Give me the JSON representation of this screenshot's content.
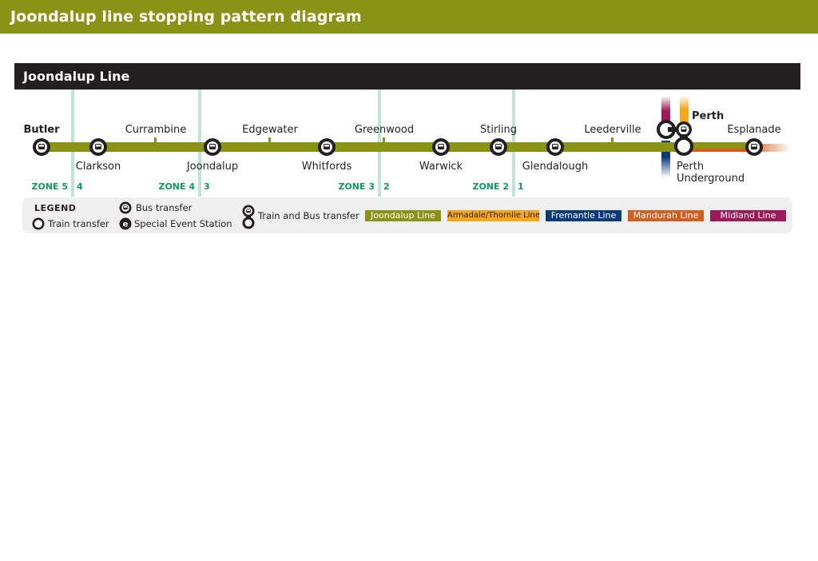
{
  "page_title": "Joondalup line stopping pattern diagram",
  "line_title": "Joondalup Line",
  "colors": {
    "header": "#8a9315",
    "line": "#8a9315",
    "bar": "#231f20",
    "zone": "#0a9b62",
    "zone_line": "#bfe3d6",
    "armadale": "#f5a51c",
    "fremantle": "#0b3a7a",
    "mandurah": "#d25f20",
    "midland": "#9b1b58"
  },
  "stations": [
    {
      "name": "Butler",
      "type": "bus",
      "label_pos": "above",
      "bold": true
    },
    {
      "name": "Clarkson",
      "type": "bus",
      "label_pos": "below"
    },
    {
      "name": "Currambine",
      "type": "tick",
      "label_pos": "above"
    },
    {
      "name": "Joondalup",
      "type": "bus",
      "label_pos": "below"
    },
    {
      "name": "Edgewater",
      "type": "tick",
      "label_pos": "above"
    },
    {
      "name": "Whitfords",
      "type": "bus",
      "label_pos": "below"
    },
    {
      "name": "Greenwood",
      "type": "tick",
      "label_pos": "above"
    },
    {
      "name": "Warwick",
      "type": "bus",
      "label_pos": "below"
    },
    {
      "name": "Stirling",
      "type": "bus",
      "label_pos": "above"
    },
    {
      "name": "Glendalough",
      "type": "bus",
      "label_pos": "below"
    },
    {
      "name": "Leederville",
      "type": "tick",
      "label_pos": "above"
    },
    {
      "name": "Perth",
      "type": "interchange",
      "label_pos": "above",
      "bold": true
    },
    {
      "name": "Perth Underground",
      "type": "interchange",
      "label_pos": "below"
    },
    {
      "name": "Esplanade",
      "type": "bus",
      "label_pos": "above"
    }
  ],
  "zones": [
    {
      "left": "ZONE 5",
      "right": "4"
    },
    {
      "left": "ZONE 4",
      "right": "3"
    },
    {
      "left": "ZONE 3",
      "right": "2"
    },
    {
      "left": "ZONE 2",
      "right": "1"
    }
  ],
  "legend": {
    "title": "LEGEND",
    "train_transfer": "Train transfer",
    "bus_transfer": "Bus transfer",
    "special_event": "Special Event Station",
    "special_event_glyph": "e",
    "train_bus_transfer": "Train and Bus transfer",
    "lines": [
      {
        "name": "Joondalup Line",
        "color": "#8a9315"
      },
      {
        "name": "Armadale/Thornlie Line",
        "color": "#f5a51c"
      },
      {
        "name": "Fremantle Line",
        "color": "#0b3a7a"
      },
      {
        "name": "Mandurah Line",
        "color": "#d25f20"
      },
      {
        "name": "Midland Line",
        "color": "#9b1b58"
      }
    ]
  }
}
